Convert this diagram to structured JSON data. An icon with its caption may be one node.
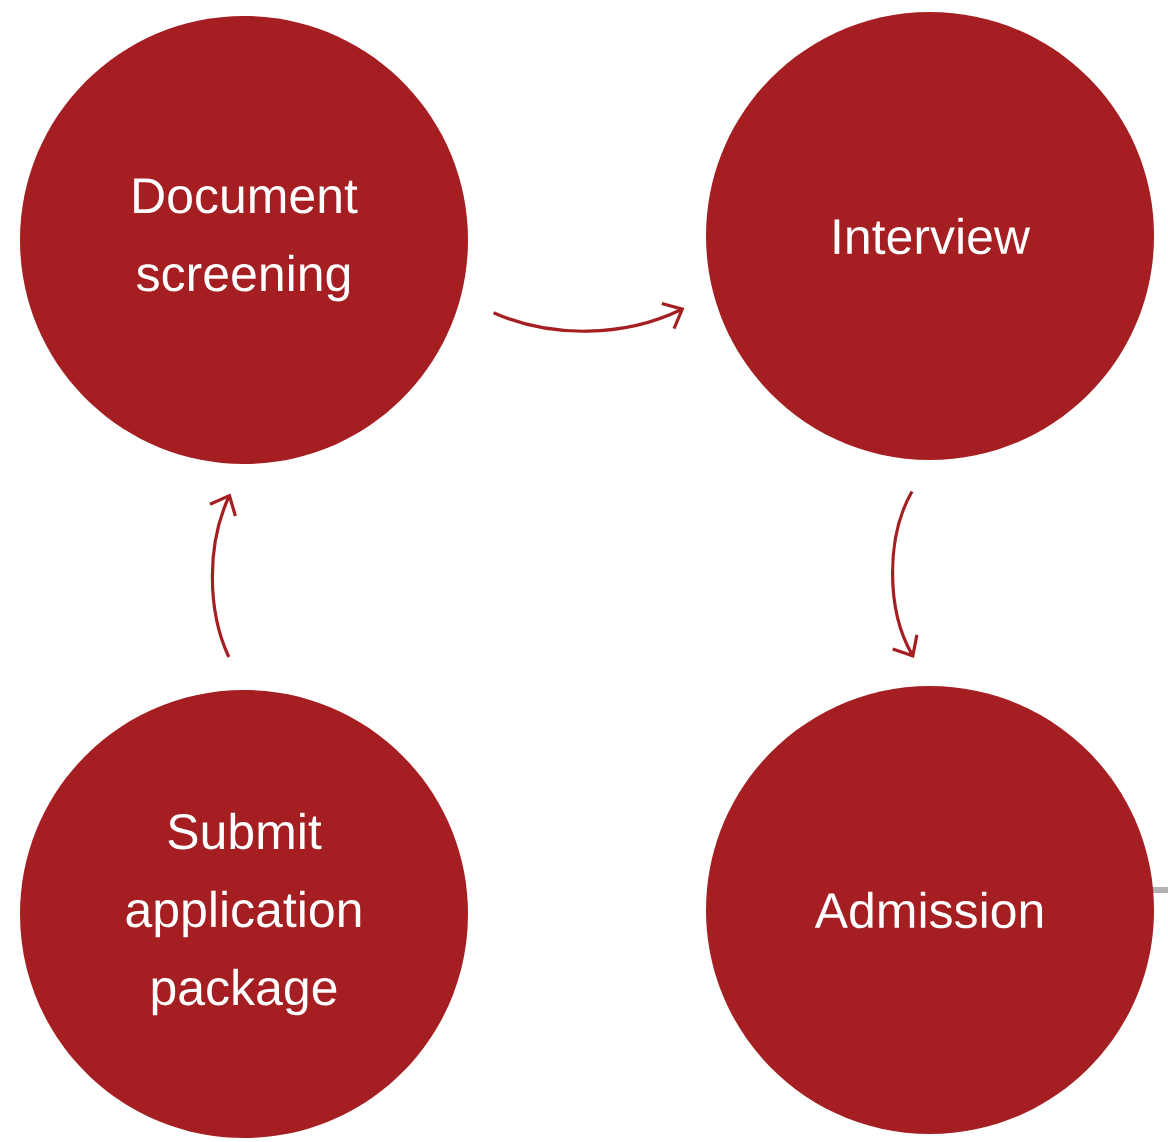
{
  "diagram": {
    "nodes": [
      {
        "text": [
          "Document screening"
        ]
      },
      {
        "text": [
          "Interview"
        ]
      },
      {
        "text": [
          "Submit application package"
        ]
      },
      {
        "text": [
          "Admission"
        ]
      }
    ],
    "edges": [
      {
        "from": 2,
        "to": 0,
        "arrow": "to"
      },
      {
        "from": 0,
        "to": 1,
        "arrow": "to"
      },
      {
        "from": 1,
        "to": 3,
        "arrow": "to"
      }
    ]
  }
}
